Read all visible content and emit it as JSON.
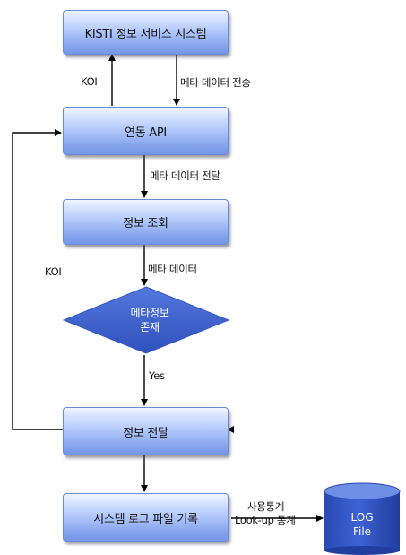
{
  "nodes": {
    "kisti": "KISTI 정보 서비스 시스템",
    "api": "연동 API",
    "lookup": "정보 조회",
    "decision": [
      "메타정보",
      "존재"
    ],
    "deliver": "정보 전달",
    "logwrite": "시스템 로그 파일 기록",
    "logfile": [
      "LOG",
      "File"
    ]
  },
  "edges": {
    "koi_up": "KOI",
    "meta_send": "메타 데이터 전송",
    "meta_deliver": "메타 데이터 전달",
    "meta_data": "메타 데이터",
    "koi_loop": "KOI",
    "yes": "Yes",
    "usage_stats": [
      "사용통계",
      "Look-up 통계"
    ]
  },
  "colors": {
    "box_top": "#dfe8ff",
    "box_bottom": "#7496e6",
    "decision_fill": "#3f62c9",
    "cylinder_fill": "#2d4fbf",
    "line": "#000000"
  }
}
